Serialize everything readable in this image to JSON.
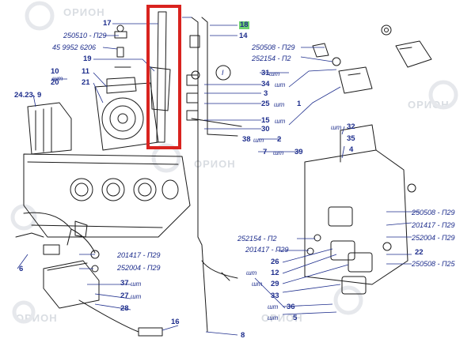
{
  "watermark": "ОРИОН",
  "unit": "шт",
  "labels": {
    "l18": "18",
    "l17": "17",
    "l14": "14",
    "l250510": "250510 - П29",
    "l45": "45 9952 6206",
    "l250508a": "250508 - П29",
    "l252154a": "252154 - П2",
    "l19": "19",
    "l10": "10",
    "l11": "11",
    "l20": "20",
    "l21": "21",
    "l24": "24.23. 9",
    "l31": "31",
    "l34": "34",
    "l3": "3",
    "l25": "25",
    "l1": "1",
    "l15": "15",
    "l30": "30",
    "l38": "38",
    "l2": "2",
    "l7": "7",
    "l39": "39",
    "l32": "32",
    "l35": "35",
    "l4": "4",
    "l250508b": "250508 - П29",
    "l201417a": "201417 - П29",
    "l252004a": "252004 - П29",
    "l22": "22",
    "l250508c": "250508 - П25",
    "l252154b": "252154 - П2",
    "l201417b": "201417 - П29",
    "l26": "26",
    "l12": "12",
    "l29": "29",
    "l33": "33",
    "l36": "36",
    "l5": "5",
    "l201417c": "201417 - П29",
    "l252004b": "252004 - П29",
    "l37": "37",
    "l27": "27",
    "l28": "28",
    "l6": "6",
    "l16": "16",
    "l8": "8",
    "circI": "I"
  }
}
